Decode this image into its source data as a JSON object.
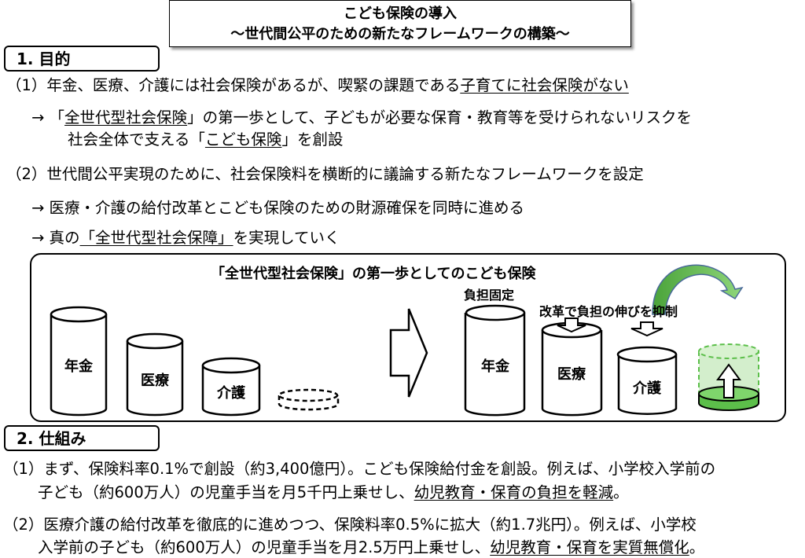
{
  "title": {
    "line1": "こども保険の導入",
    "line2": "～世代間公平のための新たなフレームワークの構築～"
  },
  "section1": {
    "heading": "1. 目的",
    "item1": {
      "prefix": "（1）年金、医療、介護には社会保険があるが、喫緊の課題である",
      "underlined": "子育てに社会保険がない"
    },
    "item1_arrow": {
      "a": "→ 「",
      "u1": "全世代型社会保険",
      "b": "」の第一歩として、子どもが必要な保育・教育等を受けられないリスクを",
      "c": "社会全体で支える「",
      "u2": "こども保険",
      "d": "」を創設"
    },
    "item2": "（2）世代間公平実現のために、社会保険料を横断的に議論する新たなフレームワークを設定",
    "item2_arrow1": "→  医療・介護の給付改革とこども保険のための財源確保を同時に進める",
    "item2_arrow2": {
      "a": "→  真の",
      "u": "「全世代型社会保障」",
      "b": "を実現していく"
    }
  },
  "diagram": {
    "title": "「全世代型社会保険」の第一歩としてのこども保険",
    "left": {
      "pension": "年金",
      "medical": "医療",
      "care": "介護"
    },
    "right": {
      "pension": "年金",
      "medical": "医療",
      "care": "介護",
      "fixed_note": "負担固定",
      "reform_note": "改革で負担の伸びを抑制"
    }
  },
  "section2": {
    "heading": "2. 仕組み",
    "item1": {
      "line1": "（1）まず、保険料率0.1%で創設（約3,400億円）。こども保険給付金を創設。例えば、小学校入学前の",
      "line2a": "子ども（約600万人）の児童手当を月5千円上乗せし、",
      "line2u": "幼児教育・保育の負担を軽減",
      "line2b": "。"
    },
    "item2": {
      "line1": "（2）医療介護の給付改革を徹底的に進めつつ、保険料率0.5%に拡大（約1.7兆円）。例えば、小学校",
      "line2a": "入学前の子ども（約600万人）の児童手当を月2.5万円上乗せし、",
      "line2u": "幼児教育・保育を実質無償化",
      "line2b": "。"
    }
  },
  "colors": {
    "green": "#5cbf4a",
    "green_light": "#c8eabf",
    "arrow_outline": "#4a6a9a"
  }
}
